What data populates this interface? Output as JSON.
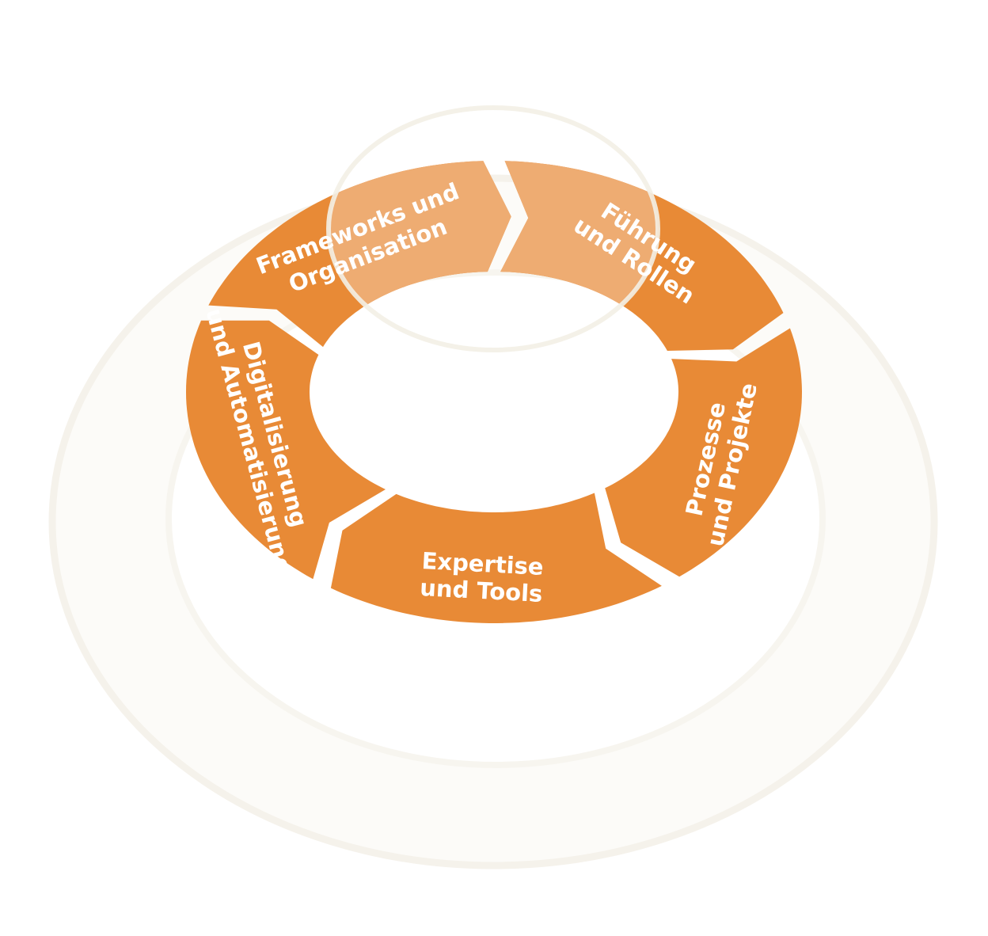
{
  "colors": {
    "segment": "#E88A36",
    "segment_light": "#EEAC72",
    "background": "#FFFFFF",
    "halo_stroke": "#F4F1EA",
    "halo_fill": "#FBFAF6"
  },
  "segments": [
    {
      "id": "frameworks",
      "line1": "Frameworks und",
      "line2": "Organisation"
    },
    {
      "id": "fuehrung",
      "line1": "Führung",
      "line2": "und Rollen"
    },
    {
      "id": "prozesse",
      "line1": "Prozesse",
      "line2": "und Projekte"
    },
    {
      "id": "expertise",
      "line1": "Expertise",
      "line2": "und Tools"
    },
    {
      "id": "digital",
      "line1": "Digitalisierung",
      "line2": "und Automatisierung"
    }
  ]
}
